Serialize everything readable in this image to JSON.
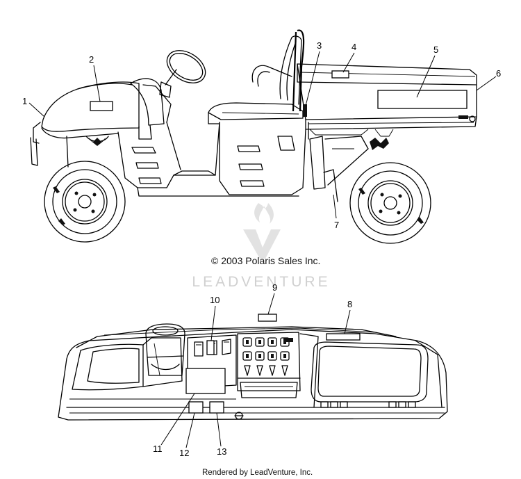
{
  "copyright": "© 2003 Polaris Sales Inc.",
  "watermark": "LEADVENTURE",
  "footer": "Rendered by LeadVenture, Inc.",
  "callouts": {
    "c1": "1",
    "c2": "2",
    "c3": "3",
    "c4": "4",
    "c5": "5",
    "c6": "6",
    "c7": "7",
    "c8": "8",
    "c9": "9",
    "c10": "10",
    "c11": "11",
    "c12": "12",
    "c13": "13"
  }
}
